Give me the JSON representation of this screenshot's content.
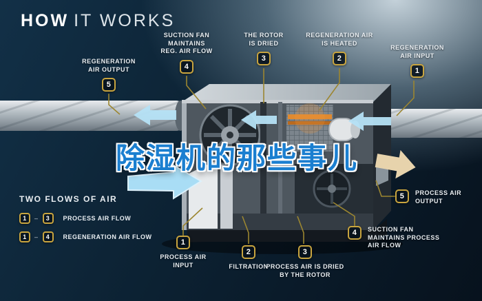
{
  "title": {
    "bold": "HOW",
    "light": "IT WORKS"
  },
  "watermark": "除湿机的那些事儿",
  "colors": {
    "background_dark": "#0a1b2a",
    "accent_yellow": "#c9a53f",
    "flow_blue": "#aedff7",
    "flow_cream": "#e7d3ac",
    "watermark_blue": "#1b7fd0",
    "label_text": "#e9eef2"
  },
  "callouts": [
    {
      "id": "regeneration-air-output",
      "num": "5",
      "label": "REGENERATION\nAIR OUTPUT"
    },
    {
      "id": "suction-fan-reg",
      "num": "4",
      "label": "SUCTION FAN\nMAINTAINS\nREG. AIR FLOW"
    },
    {
      "id": "rotor-is-dried",
      "num": "3",
      "label": "THE ROTOR\nIS DRIED"
    },
    {
      "id": "regeneration-air-heated",
      "num": "2",
      "label": "REGENERATION AIR\nIS HEATED"
    },
    {
      "id": "regeneration-air-input",
      "num": "1",
      "label": "REGENERATION\nAIR INPUT"
    },
    {
      "id": "process-air-output",
      "num": "5",
      "label": "PROCESS AIR\nOUTPUT"
    },
    {
      "id": "suction-fan-process",
      "num": "4",
      "label": "SUCTION FAN\nMAINTAINS PROCESS\nAIR FLOW"
    },
    {
      "id": "process-air-dried",
      "num": "3",
      "label": "PROCESS AIR IS DRIED\nBY THE ROTOR"
    },
    {
      "id": "filtration",
      "num": "2",
      "label": "FILTRATION"
    },
    {
      "id": "process-air-input",
      "num": "1",
      "label": "PROCESS AIR\nINPUT"
    }
  ],
  "legend": {
    "title": "TWO FLOWS OF AIR",
    "rows": [
      {
        "from": "1",
        "sep": "–",
        "to": "3",
        "label": "PROCESS AIR FLOW"
      },
      {
        "from": "1",
        "sep": "–",
        "to": "4",
        "label": "REGENERATION AIR FLOW"
      }
    ]
  }
}
